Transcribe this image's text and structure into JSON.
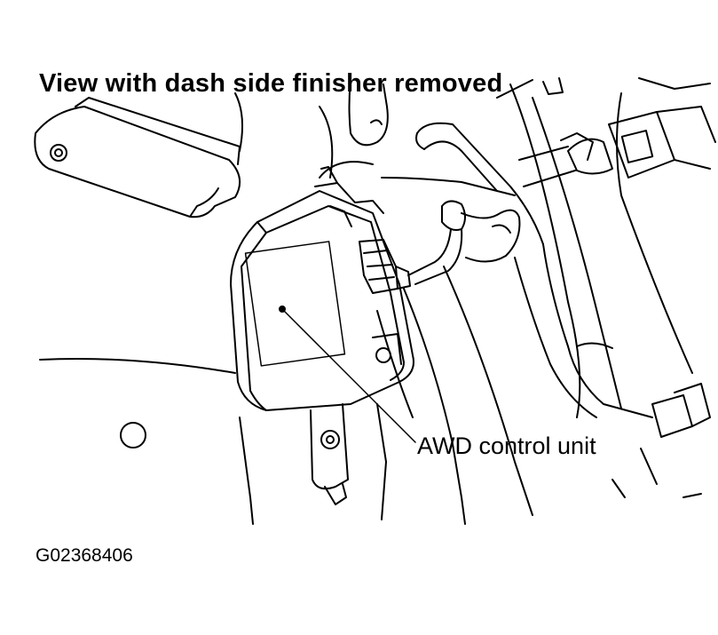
{
  "diagram": {
    "title": "View with dash side finisher removed",
    "callout_label": "AWD control unit",
    "figure_id": "G02368406"
  },
  "colors": {
    "ink": "#000000",
    "background": "#ffffff"
  }
}
